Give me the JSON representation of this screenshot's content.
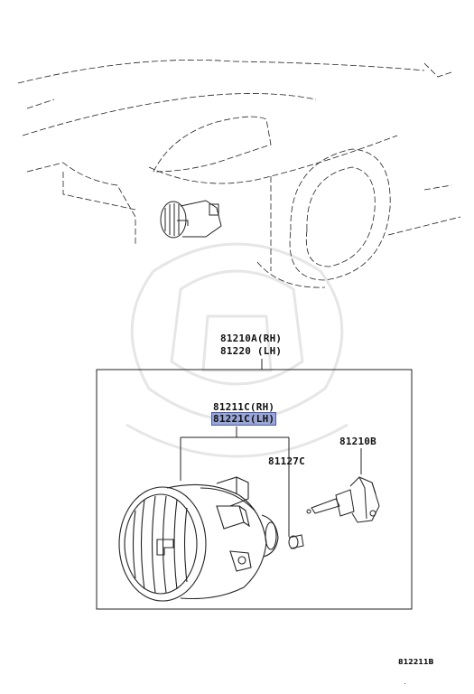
{
  "labels": {
    "assembly_rh": "81210A(RH)",
    "assembly_lh": "81220  (LH)",
    "unit_rh": "81211C(RH)",
    "unit_lh": "81221C(LH)",
    "socket": "81127C",
    "bulb": "81210B",
    "diagram_ref": "812211B"
  },
  "colors": {
    "line": "#222222",
    "highlight": "#9aa6d6",
    "watermark": "#e4e4e4"
  }
}
